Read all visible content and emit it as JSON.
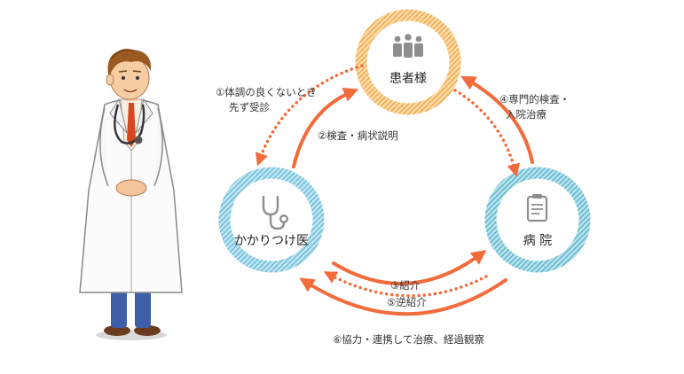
{
  "nodes": {
    "patient": {
      "label": "患者様",
      "icon": "people-icon",
      "ring_color": "#F2A43A"
    },
    "family_doctor": {
      "label": "かかりつけ医",
      "icon": "stethoscope-icon",
      "ring_color": "#6CBFDD"
    },
    "hospital": {
      "label": "病 院",
      "icon": "clipboard-icon",
      "ring_color": "#52B6D1"
    }
  },
  "steps": {
    "s1_line1": "①体調の良くないとき",
    "s1_line2": "先ず受診",
    "s2": "②検査・病状説明",
    "s3": "③紹介",
    "s4_line1": "④専門的検査・",
    "s4_line2": "入院治療",
    "s5": "⑤逆紹介",
    "s6": "⑥協力・連携して治療、経過観察"
  },
  "colors": {
    "arrow": "#F26B3A",
    "text": "#333333"
  },
  "figure": "doctor-illustration"
}
